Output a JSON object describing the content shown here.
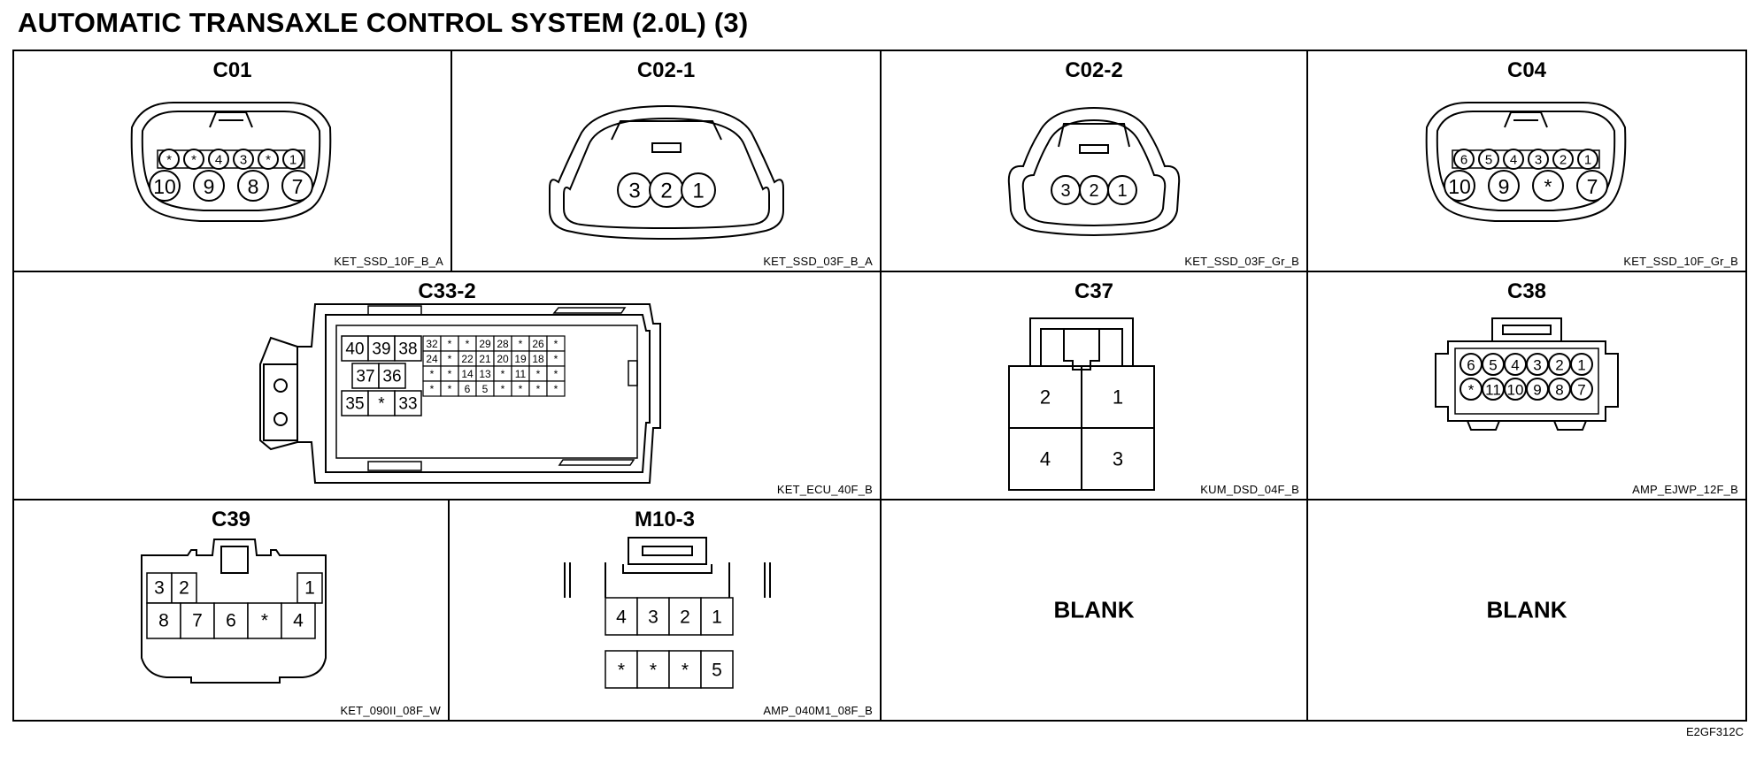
{
  "title": "AUTOMATIC TRANSAXLE CONTROL SYSTEM (2.0L) (3)",
  "figure_code": "E2GF312C",
  "connectors": {
    "c01": {
      "name": "C01",
      "code": "KET_SSD_10F_B_A",
      "row1": [
        "*",
        "*",
        "4",
        "3",
        "*",
        "1"
      ],
      "row2": [
        "10",
        "9",
        "8",
        "7"
      ]
    },
    "c02_1": {
      "name": "C02-1",
      "code": "KET_SSD_03F_B_A",
      "pins": [
        "3",
        "2",
        "1"
      ]
    },
    "c02_2": {
      "name": "C02-2",
      "code": "KET_SSD_03F_Gr_B",
      "pins": [
        "3",
        "2",
        "1"
      ]
    },
    "c04": {
      "name": "C04",
      "code": "KET_SSD_10F_Gr_B",
      "row1": [
        "6",
        "5",
        "4",
        "3",
        "2",
        "1"
      ],
      "row2": [
        "10",
        "9",
        "*",
        "7"
      ]
    },
    "c33_2": {
      "name": "C33-2",
      "code": "KET_ECU_40F_B",
      "big_row1": [
        "40",
        "39",
        "38"
      ],
      "big_row2": [
        "37",
        "36"
      ],
      "big_row3": [
        "35",
        "*",
        "33"
      ],
      "small_rows": [
        [
          "32",
          "*",
          "*",
          "29",
          "28",
          "*",
          "26",
          "*"
        ],
        [
          "24",
          "*",
          "22",
          "21",
          "20",
          "19",
          "18",
          "*"
        ],
        [
          "*",
          "*",
          "14",
          "13",
          "*",
          "11",
          "*",
          "*"
        ],
        [
          "*",
          "*",
          "6",
          "5",
          "*",
          "*",
          "*",
          "*"
        ]
      ]
    },
    "c37": {
      "name": "C37",
      "code": "KUM_DSD_04F_B",
      "pins": [
        "2",
        "1",
        "4",
        "3"
      ]
    },
    "c38": {
      "name": "C38",
      "code": "AMP_EJWP_12F_B",
      "row1": [
        "6",
        "5",
        "4",
        "3",
        "2",
        "1"
      ],
      "row2": [
        "*",
        "11",
        "10",
        "9",
        "8",
        "7"
      ]
    },
    "c39": {
      "name": "C39",
      "code": "KET_090II_08F_W",
      "row1": [
        "3",
        "2",
        "1"
      ],
      "row2": [
        "8",
        "7",
        "6",
        "*",
        "4"
      ]
    },
    "m10_3": {
      "name": "M10-3",
      "code": "AMP_040M1_08F_B",
      "row1": [
        "4",
        "3",
        "2",
        "1"
      ],
      "row2": [
        "*",
        "*",
        "*",
        "5"
      ]
    },
    "blank1": {
      "label": "BLANK"
    },
    "blank2": {
      "label": "BLANK"
    }
  }
}
